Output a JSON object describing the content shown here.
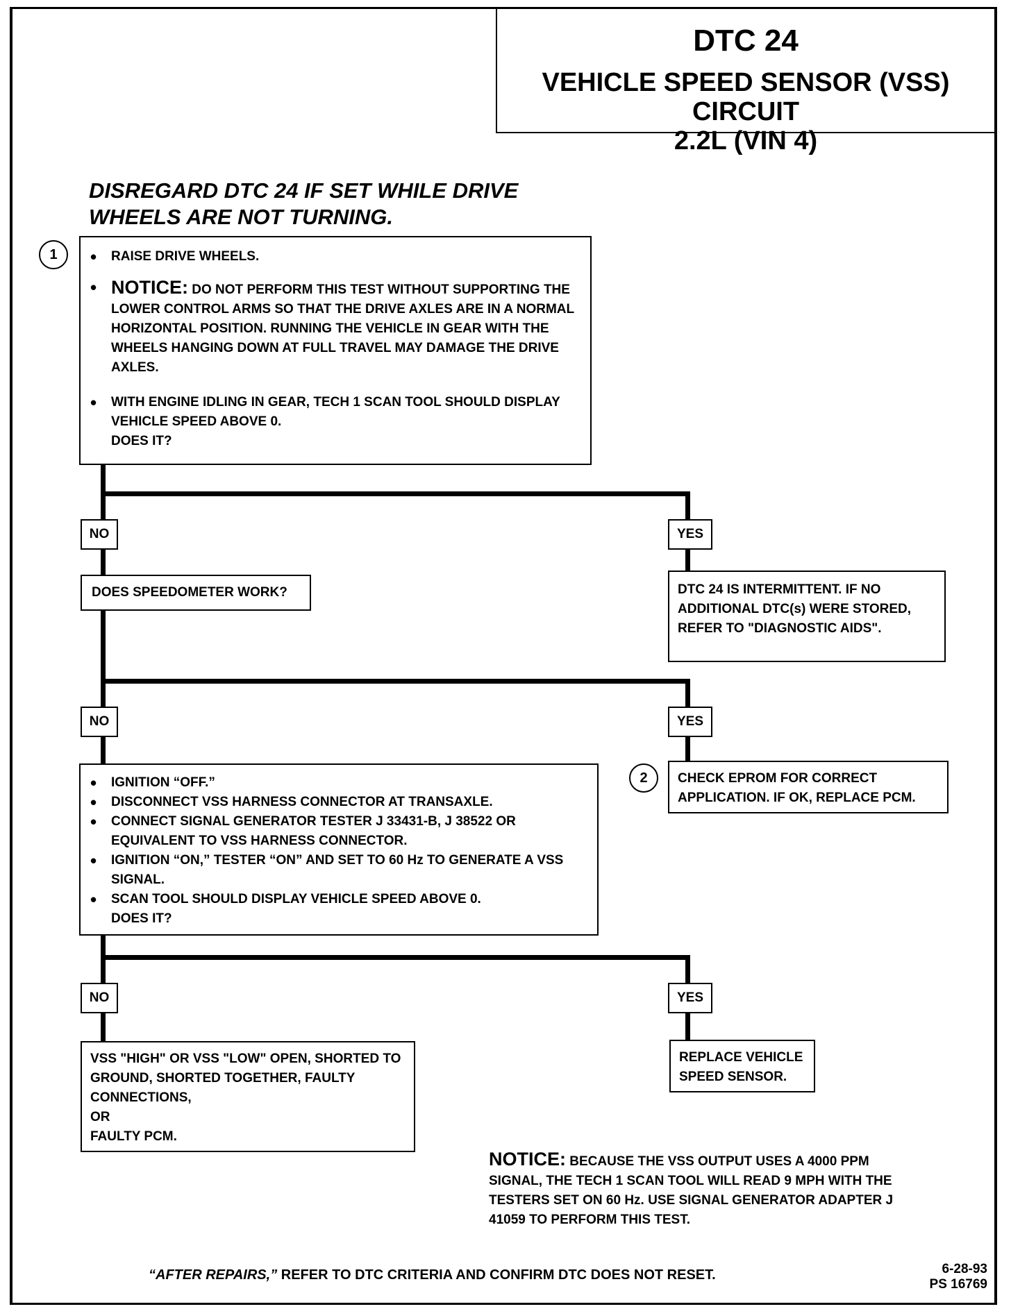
{
  "title": {
    "dtc": "DTC 24",
    "circuit": "VEHICLE SPEED SENSOR (VSS) CIRCUIT",
    "engine": "2.2L  (VIN 4)"
  },
  "heading": {
    "line1": "DISREGARD DTC 24 IF SET WHILE DRIVE",
    "line2": "WHEELS ARE NOT TURNING."
  },
  "step1": {
    "number": "1",
    "item1": "RAISE DRIVE WHEELS.",
    "notice_word": "NOTICE:",
    "notice_text": "DO NOT PERFORM THIS TEST WITHOUT SUPPORTING THE LOWER CONTROL ARMS SO THAT THE DRIVE AXLES ARE IN A NORMAL HORIZONTAL POSITION.  RUNNING THE VEHICLE IN GEAR WITH THE WHEELS HANGING DOWN AT FULL TRAVEL MAY DAMAGE THE DRIVE AXLES.",
    "item3": "WITH ENGINE IDLING IN GEAR, TECH 1 SCAN TOOL SHOULD DISPLAY VEHICLE SPEED ABOVE 0.",
    "question": "DOES IT?"
  },
  "labels": {
    "no": "NO",
    "yes": "YES"
  },
  "speedometer_question": "DOES SPEEDOMETER WORK?",
  "intermittent": "DTC 24 IS INTERMITTENT.  IF NO ADDITIONAL DTC(s) WERE STORED, REFER TO \"DIAGNOSTIC AIDS\".",
  "step2": {
    "number": "2",
    "text": "CHECK EPROM FOR CORRECT APPLICATION.  IF OK, REPLACE PCM."
  },
  "step3": {
    "items": [
      "IGNITION “OFF.”",
      "DISCONNECT VSS HARNESS CONNECTOR AT TRANSAXLE.",
      "CONNECT SIGNAL GENERATOR TESTER  J 33431-B, J 38522 OR EQUIVALENT TO VSS HARNESS CONNECTOR.",
      "IGNITION “ON,” TESTER “ON”  AND SET TO 60 Hz TO GENERATE A VSS SIGNAL.",
      "SCAN TOOL SHOULD DISPLAY VEHICLE SPEED ABOVE 0."
    ],
    "question": "DOES IT?"
  },
  "fault": {
    "line1": "VSS \"HIGH\" OR VSS \"LOW\" OPEN, SHORTED TO GROUND, SHORTED TOGETHER, FAULTY CONNECTIONS,",
    "line2": "OR",
    "line3": "FAULTY PCM."
  },
  "replace_sensor": "REPLACE VEHICLE SPEED SENSOR.",
  "notice2": {
    "word": "NOTICE:",
    "text": "BECAUSE THE VSS OUTPUT USES A 4000 PPM SIGNAL, THE TECH 1 SCAN TOOL WILL READ 9 MPH WITH THE TESTERS SET ON 60 Hz.  USE SIGNAL GENERATOR ADAPTER J 41059 TO PERFORM THIS TEST."
  },
  "footer": {
    "italic": "“AFTER REPAIRS,”",
    "text": " REFER TO DTC CRITERIA AND CONFIRM DTC DOES NOT RESET."
  },
  "code": {
    "date": "6-28-93",
    "ps": "PS 16769"
  }
}
